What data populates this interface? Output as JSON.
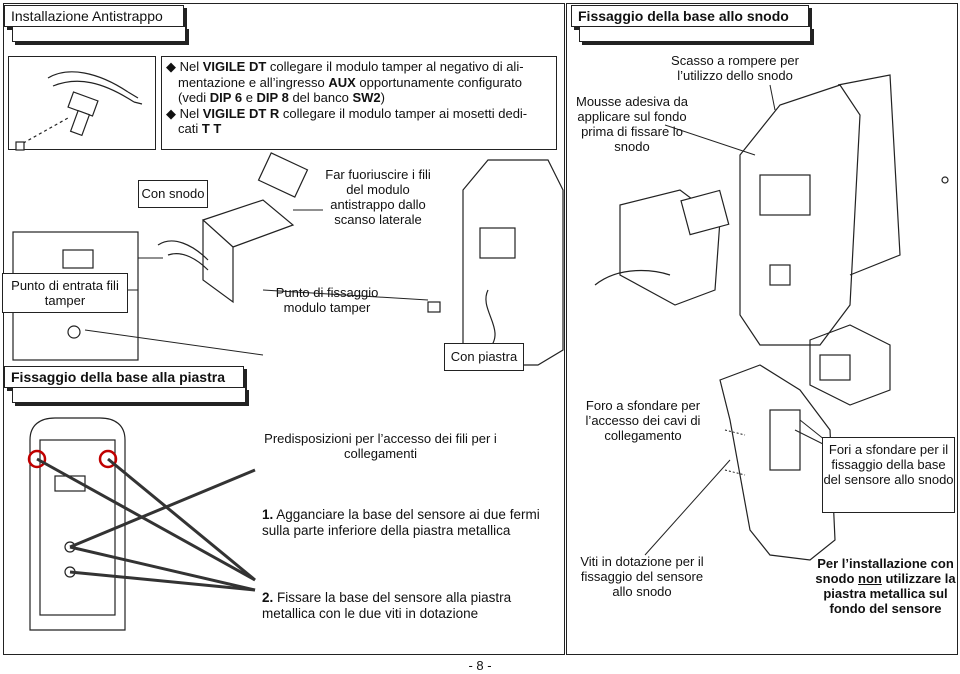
{
  "sections": {
    "anti_tamper": "Installazione Antistrappo",
    "snodo_base": "Fissaggio della base allo snodo",
    "plate_base": "Fissaggio della base alla piastra"
  },
  "instructions": {
    "line1_pre": "Nel ",
    "line1_bold": "VIGILE DT",
    "line1_post": " collegare il modulo tamper al negativo di ali-",
    "line2_pre": "mentazione e all’ingresso ",
    "line2_bold": "AUX",
    "line2_post": " opportunamente configurato",
    "line3_pre": "(vedi ",
    "line3_b1": "DIP 6",
    "line3_mid": " e ",
    "line3_b2": "DIP 8",
    "line3_mid2": " del banco ",
    "line3_b3": "SW2",
    "line3_post": ")",
    "line4_pre": "Nel ",
    "line4_bold": "VIGILE DT R",
    "line4_post": " collegare il modulo tamper ai mosetti dedi-",
    "line5_pre": "cati ",
    "line5_bold": "T T"
  },
  "labels": {
    "con_snodo": "Con snodo",
    "far_fuoriuscire": "Far fuoriuscire i fili del modulo antistrappo dallo scanso laterale",
    "punto_entrata": "Punto di entrata fili tamper",
    "punto_fissaggio": "Punto di fissaggio modulo tamper",
    "con_piastra": "Con piastra",
    "mousse": "Mousse adesiva da applicare sul fondo prima di fissare lo snodo",
    "scasso": "Scasso a rompere per l’utilizzo dello snodo",
    "predisposizioni": "Predisposizioni per l’accesso dei fili per i collegamenti",
    "step1_num": "1.",
    "step1": "Agganciare la base del sensore ai due fermi sulla parte inferiore della piastra metallica",
    "step2_num": "2.",
    "step2": "Fissare la base del sensore alla piastra metallica con le due viti in dotazione",
    "foro": "Foro a sfondare per l’accesso dei cavi di collegamento",
    "fori": "Fori a sfondare per il fissaggio della base del sensore allo snodo",
    "viti": "Viti in dotazione per il fissaggio del sensore allo snodo",
    "warn_pre": "Per l’installazione con snodo ",
    "warn_non": "non",
    "warn_post": " utilizzare la piastra metallica sul fondo del sensore"
  },
  "footer": {
    "page": "- 8 -"
  }
}
